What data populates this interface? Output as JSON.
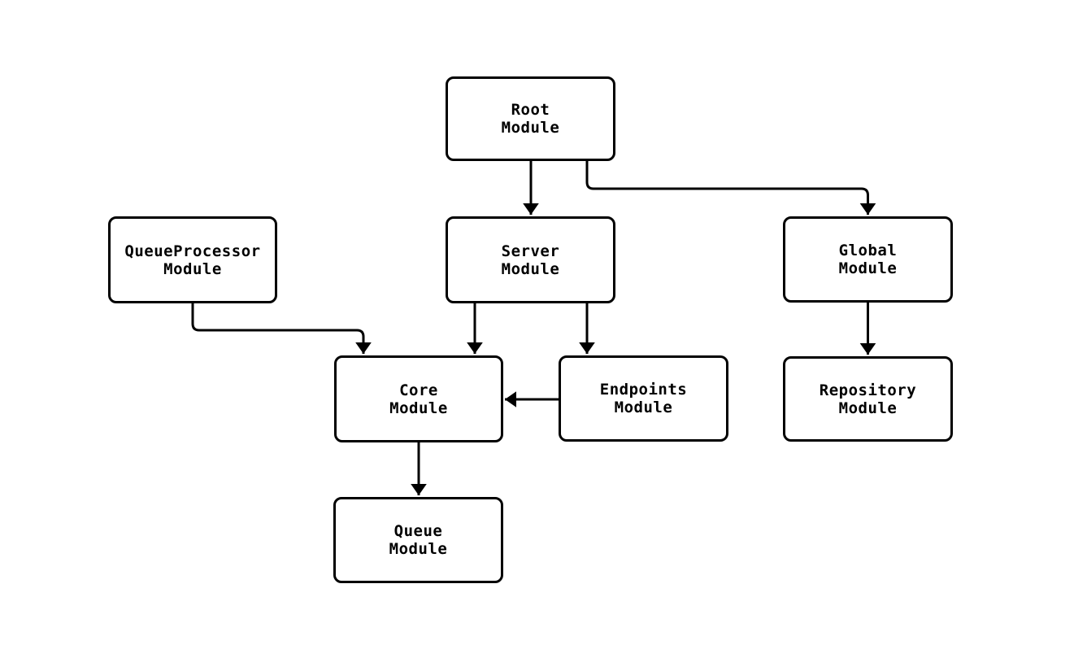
{
  "diagram": {
    "type": "flowchart",
    "background_color": "#ffffff",
    "node_fill_color": "#ffffff",
    "node_border_color": "#000000",
    "edge_color": "#000000",
    "text_color": "#000000",
    "nodes": {
      "root": {
        "label": "Root\nModule"
      },
      "queue_processor": {
        "label": "QueueProcessor\nModule"
      },
      "server": {
        "label": "Server\nModule"
      },
      "global": {
        "label": "Global\nModule"
      },
      "core": {
        "label": "Core\nModule"
      },
      "endpoints": {
        "label": "Endpoints\nModule"
      },
      "repository": {
        "label": "Repository\nModule"
      },
      "queue": {
        "label": "Queue\nModule"
      }
    },
    "edges": [
      {
        "from": "Root Module",
        "to": "Server Module"
      },
      {
        "from": "Root Module",
        "to": "Global Module"
      },
      {
        "from": "QueueProcessor Module",
        "to": "Core Module"
      },
      {
        "from": "Server Module",
        "to": "Core Module"
      },
      {
        "from": "Server Module",
        "to": "Endpoints Module"
      },
      {
        "from": "Endpoints Module",
        "to": "Core Module"
      },
      {
        "from": "Core Module",
        "to": "Queue Module"
      },
      {
        "from": "Global Module",
        "to": "Repository Module"
      }
    ]
  }
}
